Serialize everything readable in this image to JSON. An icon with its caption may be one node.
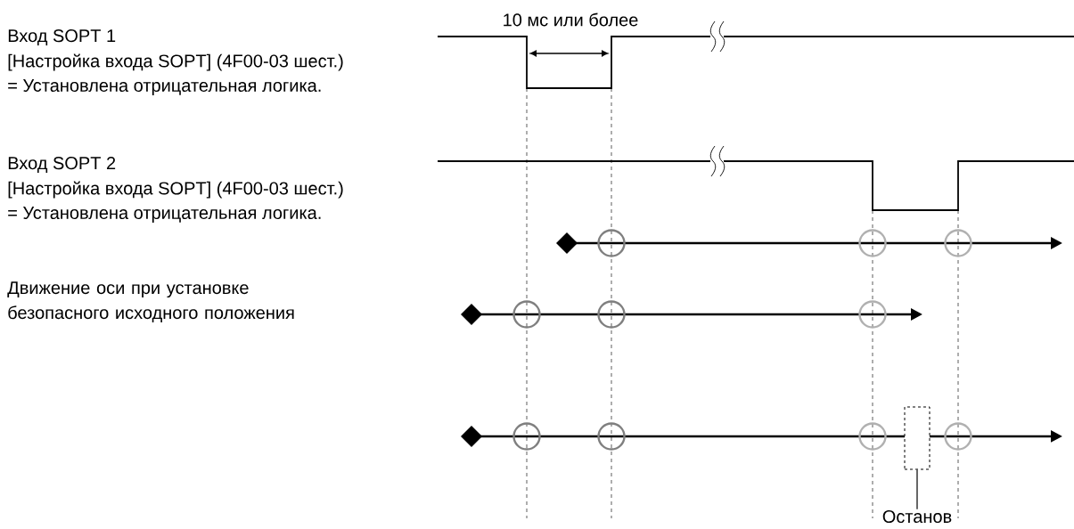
{
  "diagram": {
    "nodes": [
      {
        "text": [
          "Останов"
        ]
      },
      {
        "text": [],
        "shape": "box"
      }
    ],
    "edges": [
      {
        "from": 0,
        "to": 1,
        "arrow": "none"
      }
    ],
    "labels": [
      "10 мс или более",
      "Вход SOPT 1",
      "[Настройка входа SOPT] (4F00-03 шест.)",
      "= Установлена отрицательная логика.",
      "Вход SOPT 2",
      "[Настройка входа SOPT] (4F00-03 шест.)",
      "= Установлена отрицательная логика.",
      "Движение оси при установке безопасного исходного положения"
    ]
  }
}
